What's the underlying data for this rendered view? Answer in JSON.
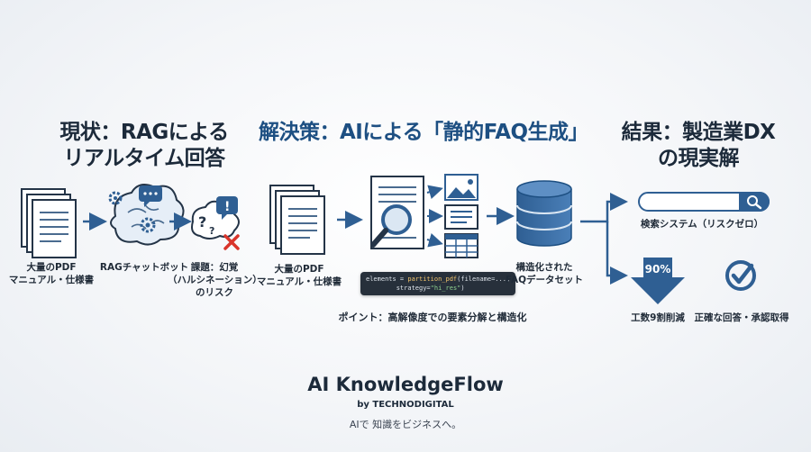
{
  "sections": {
    "current": {
      "title_line1": "現状：RAGによる",
      "title_line2": "リアルタイム回答"
    },
    "solution": {
      "title": "解決策：AIによる「静的FAQ生成」"
    },
    "result": {
      "title_line1": "結果：製造業DX",
      "title_line2": "の現実解"
    }
  },
  "current_flow": {
    "docs_label_line1": "大量のPDF",
    "docs_label_line2": "マニュアル・仕様書",
    "rag_label": "RAGチャットボット",
    "issue_line1": "課題：幻覚",
    "issue_line2": "（ハルシネーション）",
    "issue_line3": "のリスク"
  },
  "solution_flow": {
    "docs_label_line1": "大量のPDF",
    "docs_label_line2": "マニュアル・仕様書",
    "code_line1_prefix": "elements = ",
    "code_line1_fn": "partition_pdf",
    "code_line1_suffix": "(filename=...,",
    "code_line2_prefix": "        strategy=",
    "code_line2_str": "\"hi_res\"",
    "code_line2_suffix": ")",
    "db_label_line1": "構造化された",
    "db_label_line2": "FAQデータセット",
    "point": "ポイント：高解像度での要素分解と構造化"
  },
  "result_flow": {
    "search_label": "検索システム（リスクゼロ）",
    "percent": "90%",
    "reduction_label": "工数9割削減",
    "approval_label": "正確な回答・承認取得"
  },
  "brand": {
    "name": "AI KnowledgeFlow",
    "by": "by TECHNODIGITAL",
    "tagline": "AIで 知識をビジネスへ。"
  },
  "colors": {
    "primary": "#2f5f93",
    "dark": "#1c2a3a",
    "alert": "#d9352b"
  }
}
